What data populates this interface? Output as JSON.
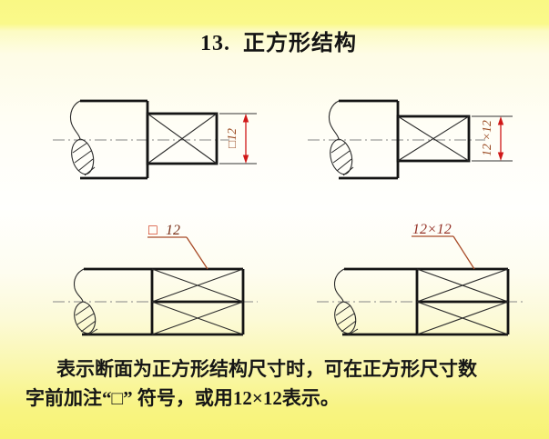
{
  "slide": {
    "title": "13.  正方形结构",
    "caption_line1": "表示断面为正方形结构尺寸时，可在正方形尺寸数",
    "caption_line2": "字前加注“□” 符号，或用12×12表示。",
    "colors": {
      "background_top": "#f9f884",
      "background_middle": "#fffffd",
      "background_bottom": "#f7f374",
      "outline_black": "#141414",
      "centerline_gray": "#868686",
      "dimension_red": "#d01818",
      "label_maroon": "#9a4a22",
      "leader_brown": "#a84c28"
    }
  },
  "figures": {
    "top_left": {
      "dimension_label": "□12"
    },
    "top_right": {
      "dimension_label": "12 ×12"
    },
    "bottom_left": {
      "symbol": "□",
      "value": "12"
    },
    "bottom_right": {
      "dimension_label": "12×12"
    }
  }
}
